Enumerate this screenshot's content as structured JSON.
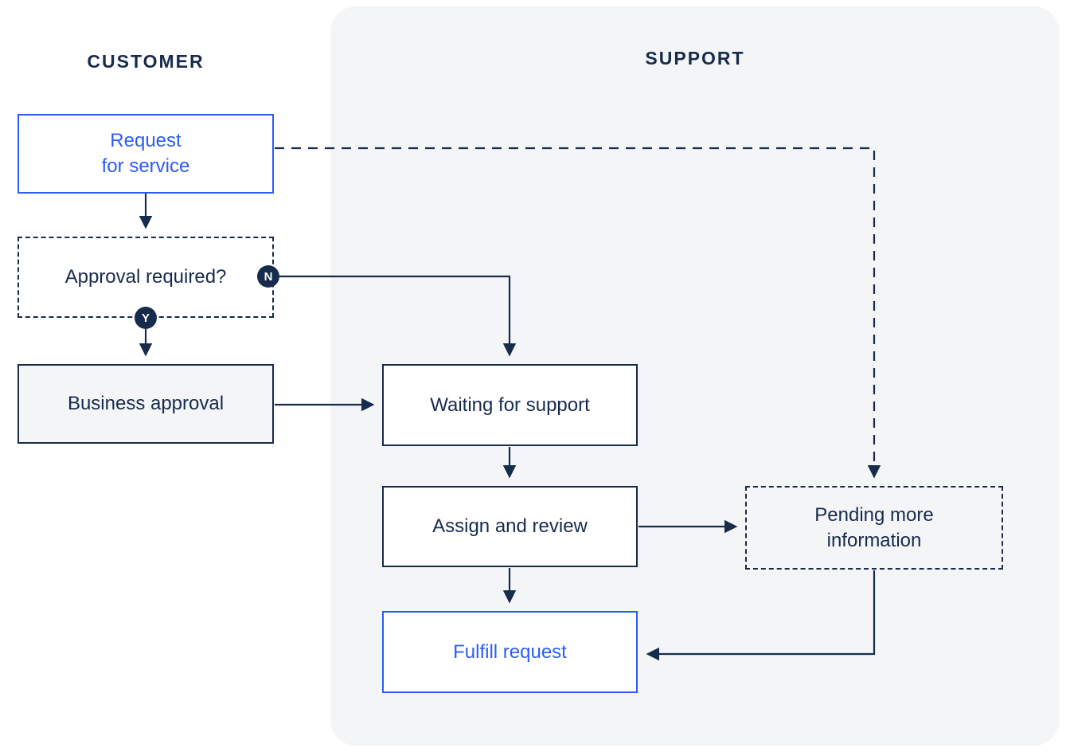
{
  "diagram": {
    "lanes": {
      "customer": {
        "label": "CUSTOMER"
      },
      "support": {
        "label": "SUPPORT"
      }
    },
    "nodes": {
      "request_for_service": {
        "line1": "Request",
        "line2": "for service"
      },
      "approval_required": {
        "label": "Approval required?"
      },
      "business_approval": {
        "label": "Business approval"
      },
      "waiting_for_support": {
        "label": "Waiting for support"
      },
      "assign_and_review": {
        "label": "Assign and review"
      },
      "pending_more_information": {
        "line1": "Pending more",
        "line2": "information"
      },
      "fulfill_request": {
        "label": "Fulfill request"
      }
    },
    "decision_badges": {
      "yes": "Y",
      "no": "N"
    },
    "colors": {
      "accent_blue": "#2c5cf6",
      "navy": "#172b4d",
      "lane_background": "#f4f5f7",
      "canvas_background": "#ffffff"
    }
  }
}
